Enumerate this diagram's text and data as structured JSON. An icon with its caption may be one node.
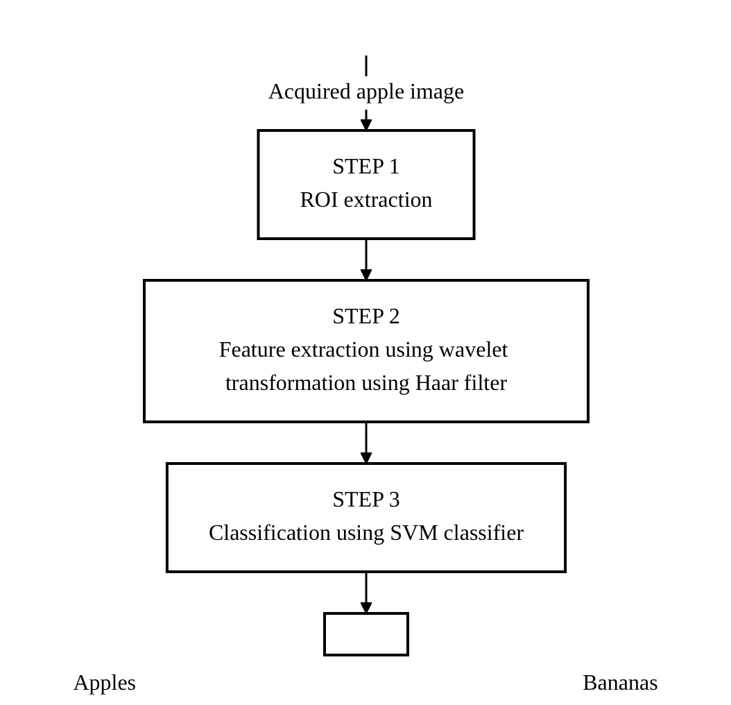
{
  "diagram": {
    "nodes": [
      {
        "text": [
          "STEP 1",
          "ROI extraction"
        ]
      },
      {
        "text": [
          "STEP 2",
          "Feature extraction using wavelet transformation using Haar filter"
        ]
      },
      {
        "text": [
          "STEP 3",
          "Classification using SVM classifier"
        ]
      },
      {
        "text": [],
        "shape": "box"
      }
    ],
    "edges": [
      {
        "from": null,
        "to": 0,
        "arrow": "to",
        "label": "Acquired apple image"
      },
      {
        "from": 0,
        "to": 1,
        "arrow": "to"
      },
      {
        "from": 1,
        "to": 2,
        "arrow": "to"
      },
      {
        "from": 2,
        "to": 3,
        "arrow": "to"
      }
    ],
    "labels": [
      "Apples",
      "Bananas"
    ]
  }
}
